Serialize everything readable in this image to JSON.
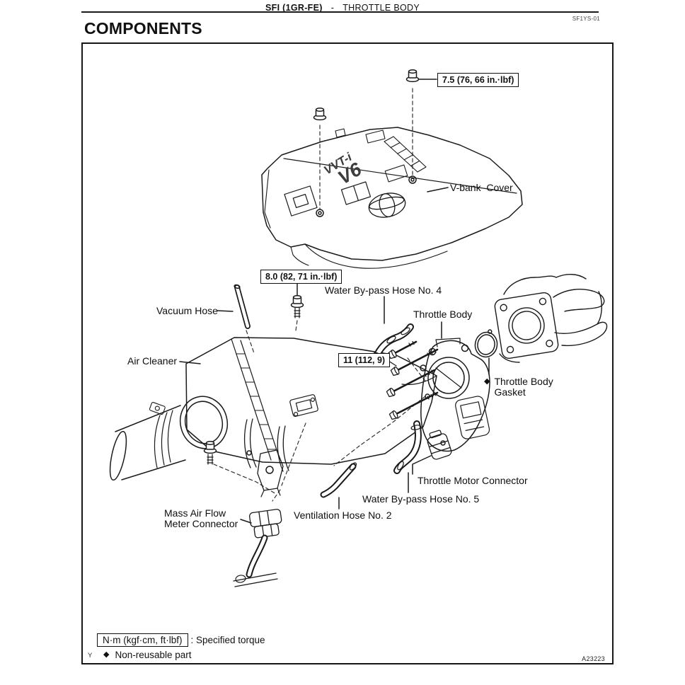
{
  "header": {
    "section": "SFI (1GR-FE)",
    "separator": "-",
    "title": "THROTTLE BODY",
    "doc_code": "SF1YS-01"
  },
  "page": {
    "heading": "COMPONENTS",
    "figure_code": "A23223",
    "page_letter": "Y"
  },
  "diagram": {
    "cover_badge": {
      "line1": "VVT-i",
      "line2": "V6"
    },
    "torque_specs": {
      "vbank_cover_bolt": "7.5 (76, 66 in.·lbf)",
      "air_cleaner_bolt": "8.0 (82, 71 in.·lbf)",
      "throttle_body_bolt": "11 (112, 9)"
    },
    "labels": {
      "vbank_cover": "V-bank  Cover",
      "water_bypass_hose_4": "Water By-pass Hose No. 4",
      "vacuum_hose": "Vacuum Hose",
      "throttle_body": "Throttle Body",
      "air_cleaner": "Air Cleaner",
      "throttle_body_gasket": "Throttle Body\nGasket",
      "throttle_motor_connector": "Throttle Motor Connector",
      "water_bypass_hose_5": "Water By-pass Hose No. 5",
      "ventilation_hose_2": "Ventilation Hose No. 2",
      "maf_connector": "Mass Air Flow\nMeter Connector"
    },
    "symbols": {
      "non_reusable": "◆"
    },
    "legend": {
      "torque_unit_box": "N·m (kgf·cm, ft·lbf)",
      "torque_desc": ": Specified torque",
      "non_reusable_desc": "Non-reusable part"
    }
  }
}
